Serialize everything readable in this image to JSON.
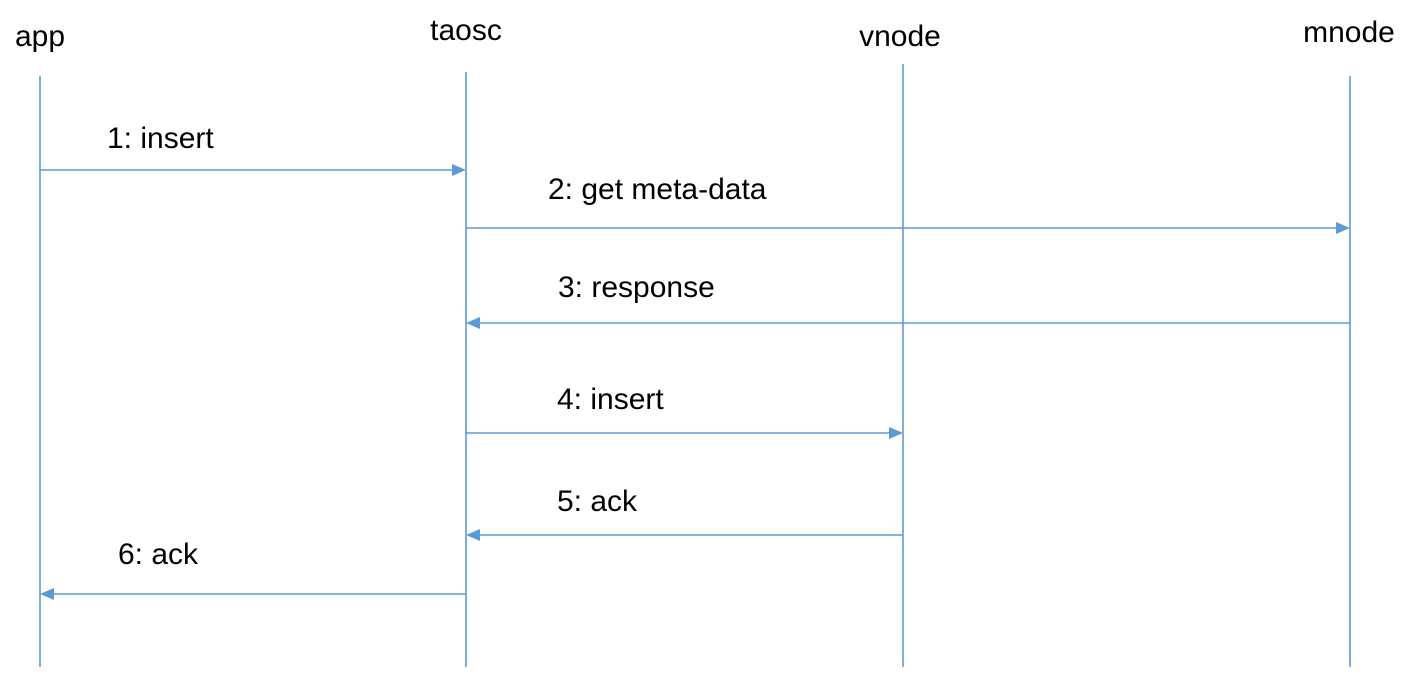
{
  "colors": {
    "line": "#5b9bd5",
    "text": "#000000",
    "background": "#ffffff"
  },
  "participants": [
    {
      "id": "app",
      "label": "app"
    },
    {
      "id": "taosc",
      "label": "taosc"
    },
    {
      "id": "vnode",
      "label": "vnode"
    },
    {
      "id": "mnode",
      "label": "mnode"
    }
  ],
  "messages": [
    {
      "label": "1: insert",
      "from": "app",
      "to": "taosc"
    },
    {
      "label": "2: get meta-data",
      "from": "taosc",
      "to": "mnode"
    },
    {
      "label": "3: response",
      "from": "mnode",
      "to": "taosc"
    },
    {
      "label": "4: insert",
      "from": "taosc",
      "to": "vnode"
    },
    {
      "label": "5: ack",
      "from": "vnode",
      "to": "taosc"
    },
    {
      "label": "6: ack",
      "from": "taosc",
      "to": "app"
    }
  ]
}
